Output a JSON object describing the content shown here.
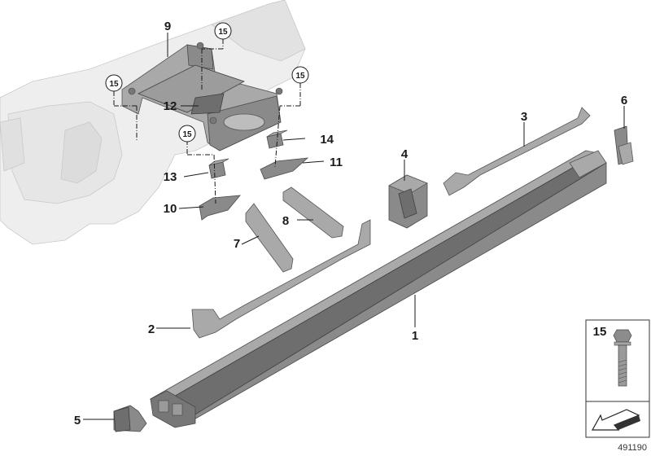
{
  "callouts": {
    "c1": "1",
    "c2": "2",
    "c3": "3",
    "c4": "4",
    "c5": "5",
    "c6": "6",
    "c7": "7",
    "c8": "8",
    "c9": "9",
    "c10": "10",
    "c11": "11",
    "c12": "12",
    "c13": "13",
    "c14": "14"
  },
  "circled_refs": {
    "ref": "15"
  },
  "legend": {
    "part_number": "15"
  },
  "document_number": "491190"
}
